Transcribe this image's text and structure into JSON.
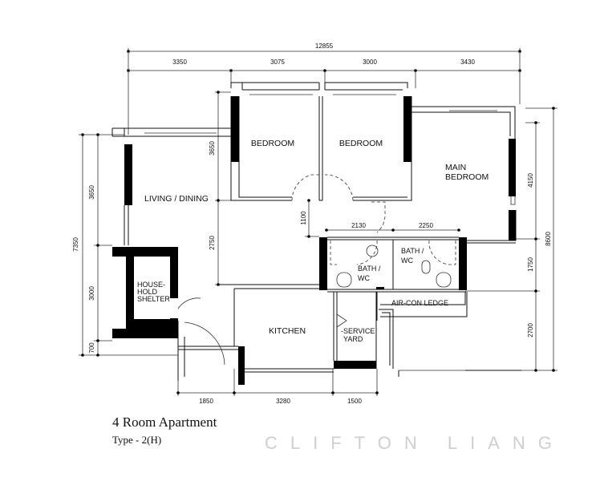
{
  "dimensions": {
    "overall_width": "12855",
    "top": [
      "3350",
      "3075",
      "3000",
      "3430"
    ],
    "left_total": "7350",
    "left": [
      "3650",
      "3000",
      "700"
    ],
    "right_total": "8600",
    "right": [
      "4150",
      "1750",
      "2700"
    ],
    "bottom": [
      "1850",
      "3280",
      "1500"
    ],
    "interior": {
      "bedroom_depth": "3650",
      "living_depth": "2750",
      "corridor": "1100",
      "bath1_width": "2130",
      "bath2_width": "2250"
    }
  },
  "rooms": {
    "bedroom1": "BEDROOM",
    "bedroom2": "BEDROOM",
    "main_bedroom": [
      "MAIN",
      "BEDROOM"
    ],
    "living": "LIVING / DINING",
    "shelter": [
      "HOUSE-",
      "HOLD",
      "SHELTER"
    ],
    "bath1": [
      "BATH /",
      "WC"
    ],
    "bath2": [
      "BATH /",
      "WC"
    ],
    "aircon": "AIR-CON LEDGE",
    "kitchen": "KITCHEN",
    "service_yard": [
      "-SERVICE",
      "YARD"
    ]
  },
  "watermark": "CLIFTON LIANG",
  "caption": {
    "title": "4 Room Apartment",
    "type": "Type - 2(H)"
  }
}
